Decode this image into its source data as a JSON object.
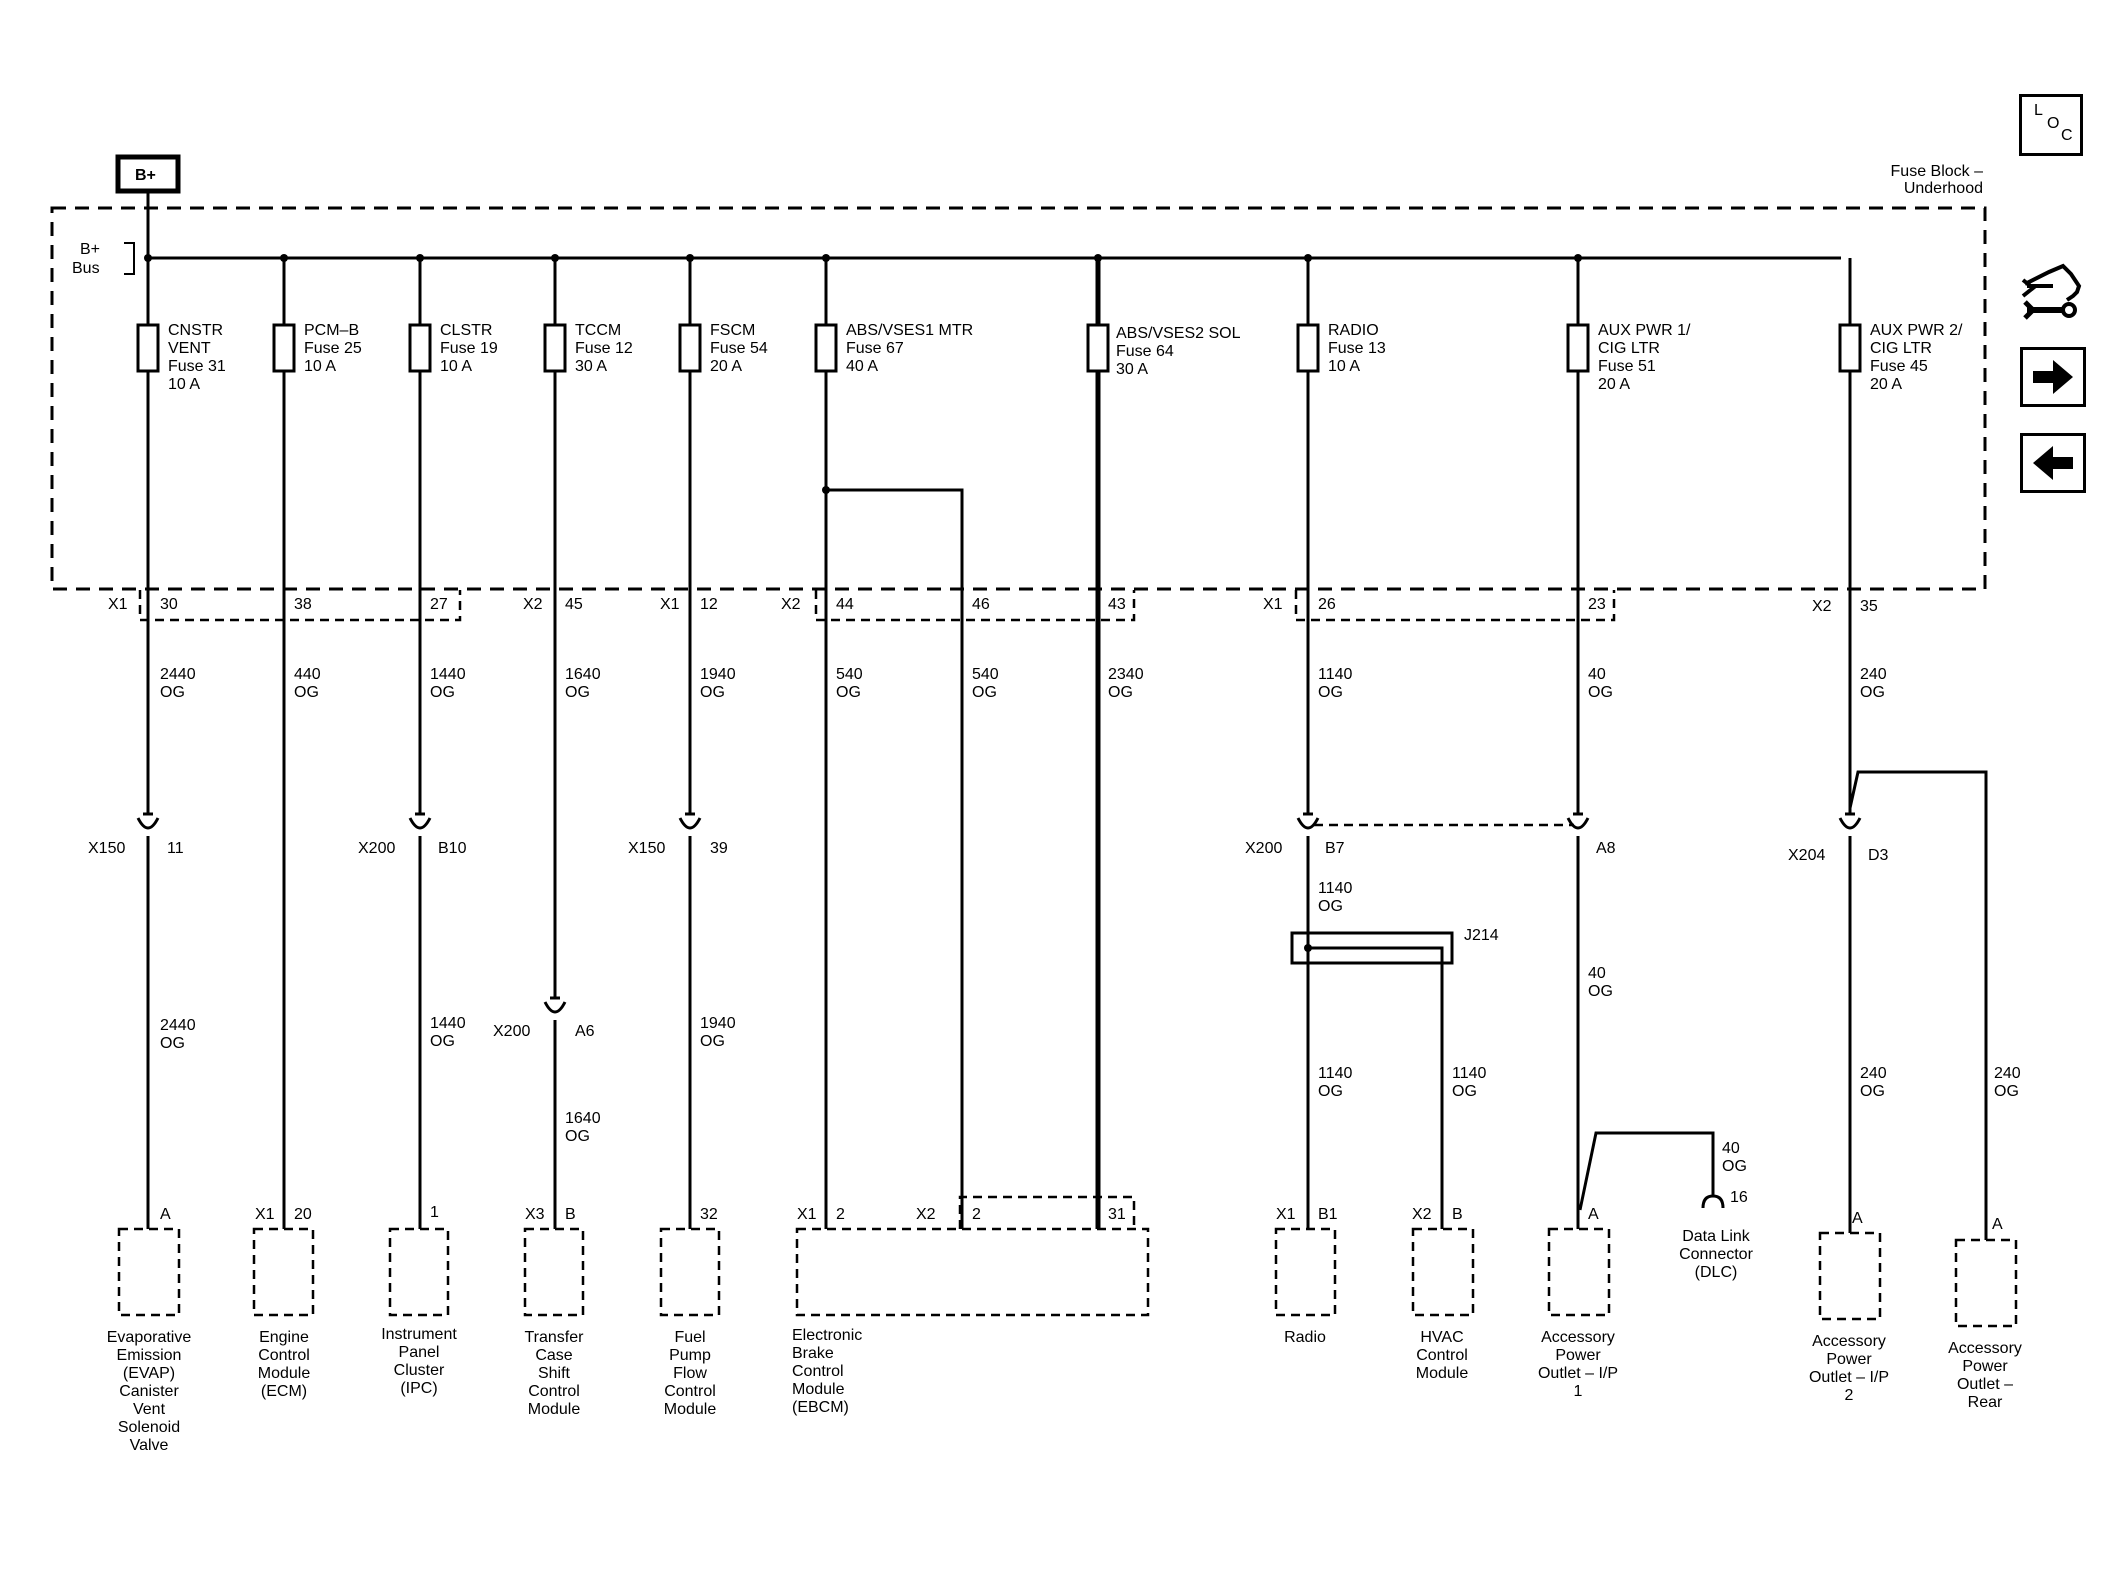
{
  "header": {
    "power_source": "B+",
    "fuse_block_label_1": "Fuse Block –",
    "fuse_block_label_2": "Underhood",
    "bus_label_1": "B+",
    "bus_label_2": "Bus"
  },
  "nav": {
    "loc_l": "L",
    "loc_o": "O",
    "loc_c": "C",
    "tools_icon": "wrench-car-icon",
    "next_icon": "arrow-right-icon",
    "prev_icon": "arrow-left-icon"
  },
  "fuses": [
    {
      "lines": [
        "CNSTR",
        "VENT",
        "Fuse 31",
        "10 A"
      ]
    },
    {
      "lines": [
        "PCM–B",
        "Fuse 25",
        "10 A"
      ]
    },
    {
      "lines": [
        "CLSTR",
        "Fuse 19",
        "10 A"
      ]
    },
    {
      "lines": [
        "TCCM",
        "Fuse 12",
        "30 A"
      ]
    },
    {
      "lines": [
        "FSCM",
        "Fuse 54",
        "20 A"
      ]
    },
    {
      "lines": [
        "ABS/VSES1 MTR",
        "Fuse 67",
        "40 A"
      ]
    },
    {
      "lines": [
        "ABS/VSES2 SOL",
        "Fuse 64",
        "30 A"
      ]
    },
    {
      "lines": [
        "RADIO",
        "Fuse 13",
        "10 A"
      ]
    },
    {
      "lines": [
        "AUX PWR 1/",
        "CIG LTR",
        "Fuse 51",
        "20 A"
      ]
    },
    {
      "lines": [
        "AUX PWR 2/",
        "CIG LTR",
        "Fuse 45",
        "20 A"
      ]
    }
  ],
  "fuse_block_connectors": {
    "x1a": "X1",
    "x2a": "X2",
    "x1b": "X1",
    "x2b": "X2",
    "x1c": "X1",
    "x2c": "X2",
    "pins": [
      "30",
      "38",
      "27",
      "45",
      "12",
      "44",
      "46",
      "43",
      "26",
      "23",
      "35"
    ]
  },
  "upper_wires": [
    [
      "2440",
      "OG"
    ],
    [
      "440",
      "OG"
    ],
    [
      "1440",
      "OG"
    ],
    [
      "1640",
      "OG"
    ],
    [
      "1940",
      "OG"
    ],
    [
      "540",
      "OG"
    ],
    [
      "540",
      "OG"
    ],
    [
      "2340",
      "OG"
    ],
    [
      "1140",
      "OG"
    ],
    [
      "40",
      "OG"
    ],
    [
      "240",
      "OG"
    ]
  ],
  "inline_connectors": {
    "x150a": "X150",
    "p11": "11",
    "x200a": "X200",
    "pb10": "B10",
    "x150b": "X150",
    "p39": "39",
    "x200b": "X200",
    "pb7": "B7",
    "pa8": "A8",
    "x204": "X204",
    "pd3": "D3",
    "x200c": "X200",
    "pa6": "A6",
    "j214": "J214"
  },
  "lower_wires": {
    "evap": [
      "2440",
      "OG"
    ],
    "ipc": [
      "1440",
      "OG"
    ],
    "tccm": [
      "1640",
      "OG"
    ],
    "fscm": [
      "1940",
      "OG"
    ],
    "radio_splice": [
      "1140",
      "OG"
    ],
    "radio": [
      "1140",
      "OG"
    ],
    "hvac": [
      "1140",
      "OG"
    ],
    "aux1": [
      "40",
      "OG"
    ],
    "dlc": [
      "40",
      "OG"
    ],
    "aux2": [
      "240",
      "OG"
    ],
    "rear": [
      "240",
      "OG"
    ]
  },
  "component_pins": {
    "evap": [
      "",
      "A"
    ],
    "ecm": [
      "X1",
      "20"
    ],
    "ipc": [
      "",
      "1"
    ],
    "tccm": [
      "X3",
      "B"
    ],
    "fscm": [
      "",
      "32"
    ],
    "ebcm_a": [
      "X1",
      "2"
    ],
    "ebcm_b": [
      "X2",
      "2"
    ],
    "ebcm_c": [
      "",
      "31"
    ],
    "radio": [
      "X1",
      "B1"
    ],
    "hvac": [
      "X2",
      "B"
    ],
    "aux1": [
      "",
      "A"
    ],
    "dlc": [
      "",
      "16"
    ],
    "aux2": [
      "",
      "A"
    ],
    "rear": [
      "",
      "A"
    ]
  },
  "components": [
    {
      "lines": [
        "Evaporative",
        "Emission",
        "(EVAP)",
        "Canister",
        "Vent",
        "Solenoid",
        "Valve"
      ]
    },
    {
      "lines": [
        "Engine",
        "Control",
        "Module",
        "(ECM)"
      ]
    },
    {
      "lines": [
        "Instrument",
        "Panel",
        "Cluster",
        "(IPC)"
      ]
    },
    {
      "lines": [
        "Transfer",
        "Case",
        "Shift",
        "Control",
        "Module"
      ]
    },
    {
      "lines": [
        "Fuel",
        "Pump",
        "Flow",
        "Control",
        "Module"
      ]
    },
    {
      "lines": [
        "Electronic",
        "Brake",
        "Control",
        "Module",
        "(EBCM)"
      ]
    },
    {
      "lines": [
        "Radio"
      ]
    },
    {
      "lines": [
        "HVAC",
        "Control",
        "Module"
      ]
    },
    {
      "lines": [
        "Accessory",
        "Power",
        "Outlet – I/P",
        "1"
      ]
    },
    {
      "lines": [
        "Data Link",
        "Connector",
        "(DLC)"
      ]
    },
    {
      "lines": [
        "Accessory",
        "Power",
        "Outlet – I/P",
        "2"
      ]
    },
    {
      "lines": [
        "Accessory",
        "Power",
        "Outlet –",
        "Rear"
      ]
    }
  ]
}
